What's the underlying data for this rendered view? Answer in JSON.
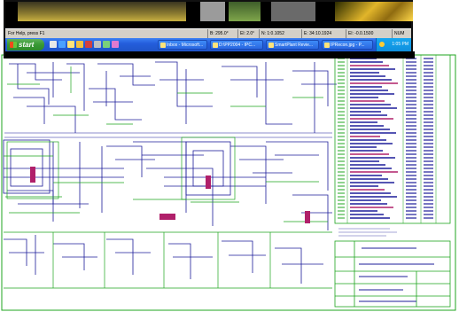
{
  "statusbar": {
    "help": "For Help, press F1",
    "b": "B: 295.0°",
    "e": "El: 2.0°",
    "n": "N: 1:0.1052",
    "e2": "E: 34:10.1924",
    "el2": "El: -0.0.1500",
    "mode": "NUM"
  },
  "taskbar": {
    "start": "start",
    "tasks": [
      "Inbox - Microsoft...",
      "D:\\PP2004 - IPC...",
      "SmartPlant Revie...",
      "IPRecon.jpg - P..."
    ],
    "clock": "1:05 PM"
  },
  "colors": {
    "drawing_blue": "#1d1d9a",
    "drawing_green": "#1fa51f",
    "drawing_magenta": "#b0206a",
    "xp_blue": "#245edc",
    "xp_green": "#3a9a36"
  },
  "icons": {
    "start": "windows-flag-icon",
    "quick_launch": [
      "desktop-icon",
      "browser-icon",
      "mail-icon",
      "folder-icon",
      "media-icon",
      "app-icon",
      "app-icon",
      "app-icon"
    ],
    "systray": "network-icon"
  }
}
